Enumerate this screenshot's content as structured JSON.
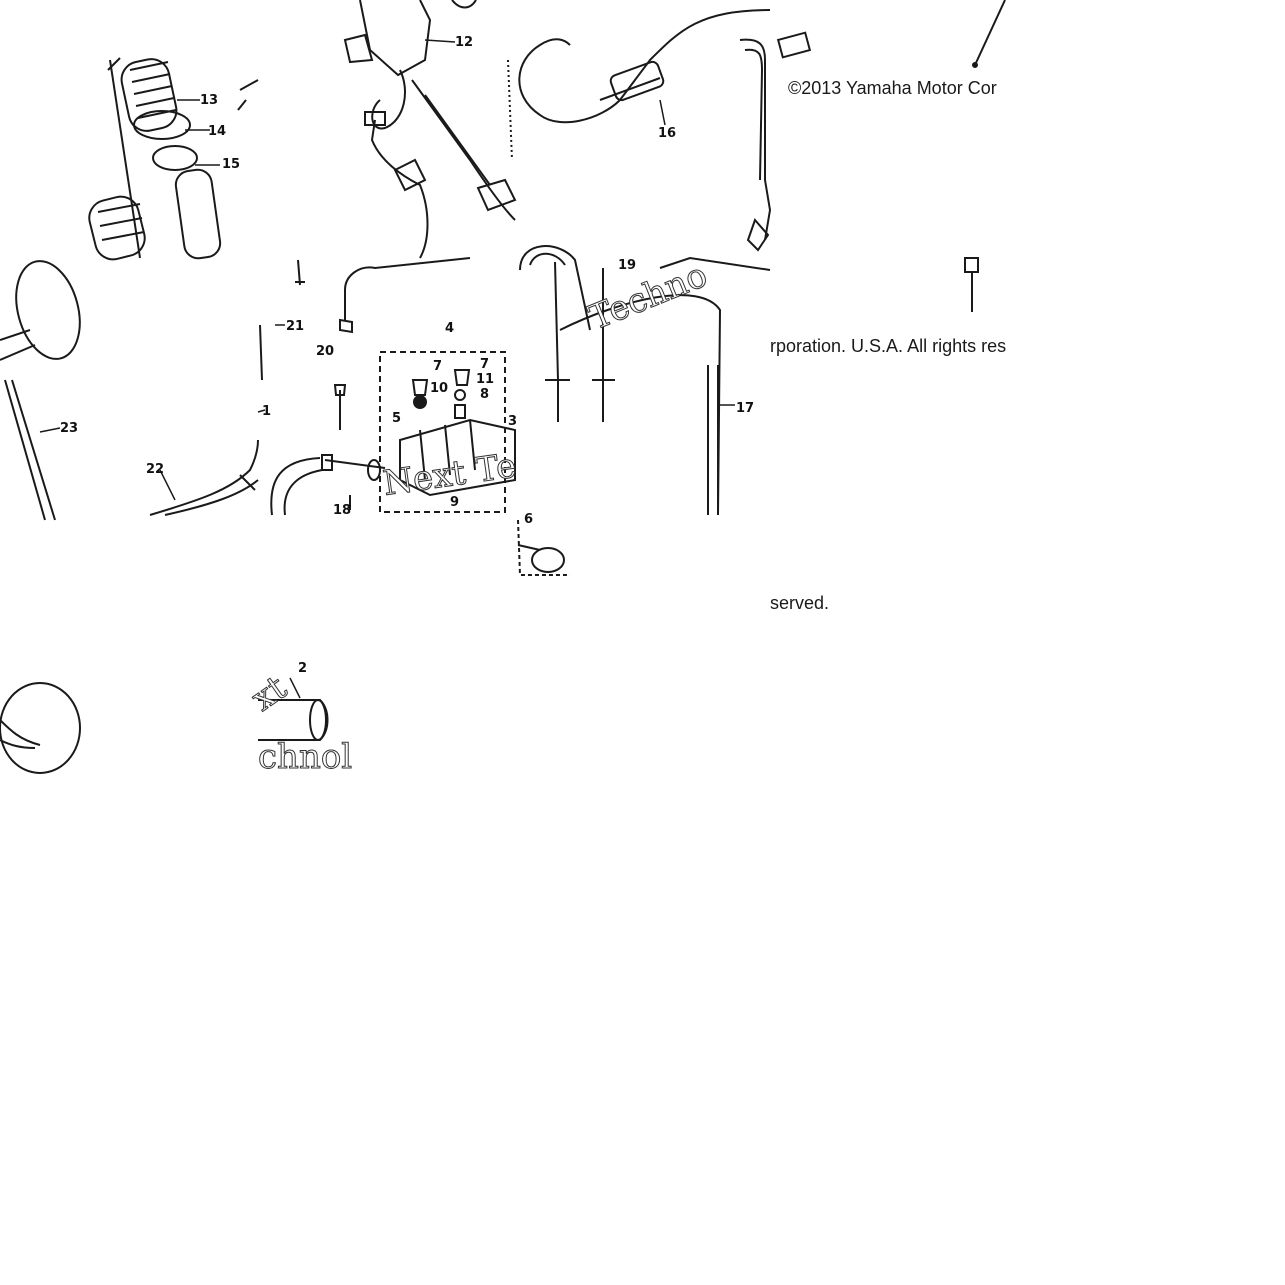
{
  "copyright": {
    "line1": "©2013 Yamaha Motor Cor",
    "line2": "rporation. U.S.A. All rights res",
    "line3": "served."
  },
  "callouts": [
    "13",
    "14",
    "15",
    "12",
    "16",
    "19",
    "21",
    "20",
    "4",
    "7",
    "7",
    "10",
    "11",
    "8",
    "5",
    "3",
    "9",
    "6",
    "18",
    "17",
    "22",
    "23",
    "2",
    "1"
  ],
  "watermark": {
    "a": "Techno",
    "b": "Next Te",
    "c": "xt",
    "d": "chnol"
  },
  "colors": {
    "line": "#1a1a1a",
    "background": "#ffffff"
  }
}
